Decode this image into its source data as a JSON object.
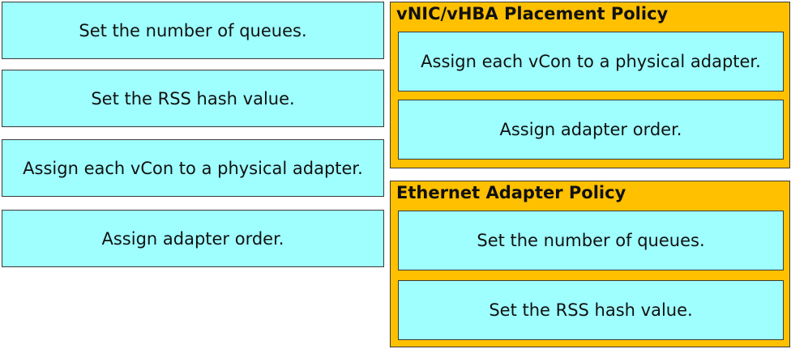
{
  "source_items": [
    {
      "label": "Set the number of queues."
    },
    {
      "label": "Set the RSS hash value."
    },
    {
      "label": "Assign each vCon to a physical adapter."
    },
    {
      "label": "Assign adapter order."
    }
  ],
  "targets": [
    {
      "title": "vNIC/vHBA Placement Policy",
      "items": [
        {
          "label": "Assign each vCon to a physical adapter."
        },
        {
          "label": "Assign adapter order."
        }
      ]
    },
    {
      "title": "Ethernet Adapter Policy",
      "items": [
        {
          "label": "Set the number of queues."
        },
        {
          "label": "Set the RSS hash value."
        }
      ]
    }
  ],
  "colors": {
    "item_bg": "#9fffff",
    "panel_bg": "#ffc000",
    "border": "#3a3a3a"
  }
}
